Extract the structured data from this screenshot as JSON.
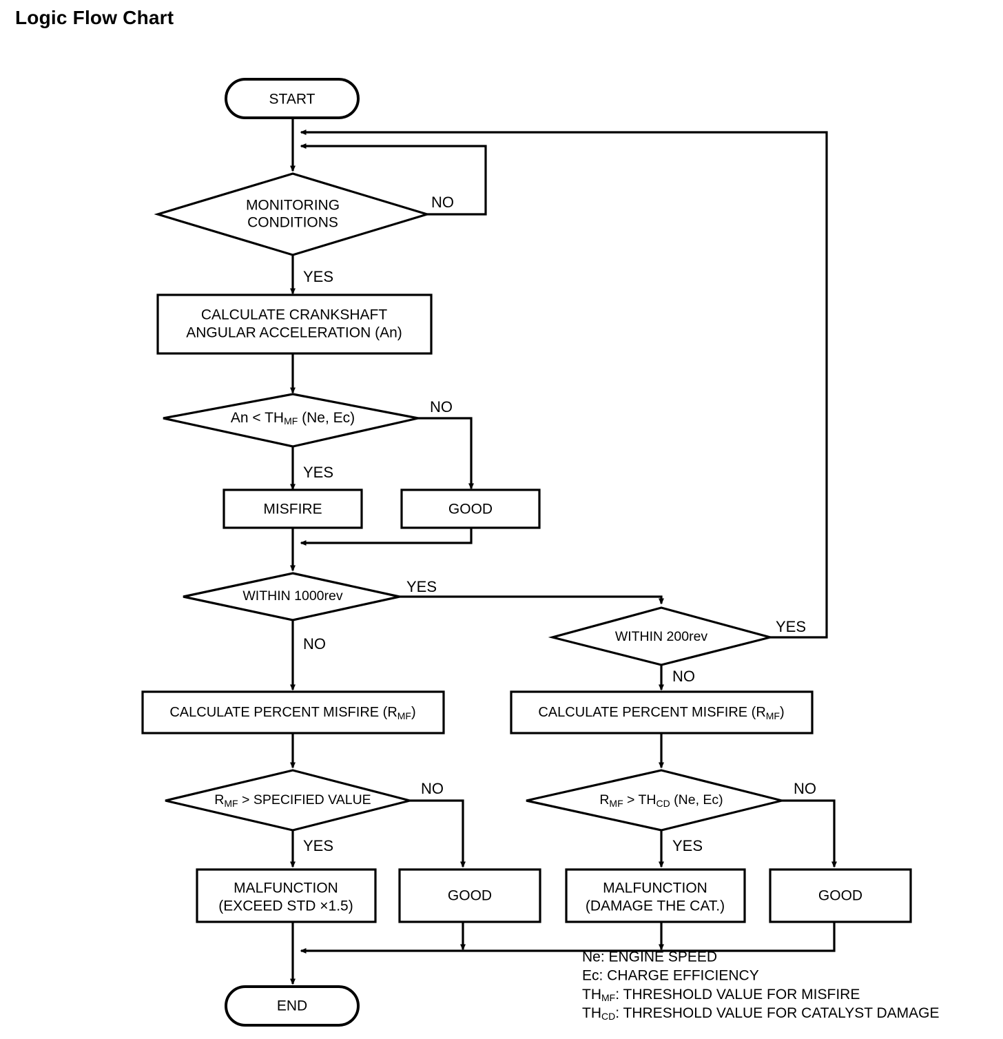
{
  "title": "Logic Flow Chart",
  "nodes": {
    "start": {
      "label": "START",
      "shape": "terminator"
    },
    "end": {
      "label": "END",
      "shape": "terminator"
    },
    "monitoring_conditions": {
      "line1": "MONITORING",
      "line2": "CONDITIONS",
      "shape": "decision"
    },
    "calc_crank": {
      "line1": "CALCULATE CRANKSHAFT",
      "line2": "ANGULAR ACCELERATION (An)",
      "shape": "process"
    },
    "an_lt_thmf": {
      "prefix": "An < TH",
      "subscript": "MF",
      "suffix": " (Ne, Ec)",
      "shape": "decision"
    },
    "misfire": {
      "label": "MISFIRE",
      "shape": "process"
    },
    "good_1": {
      "label": "GOOD",
      "shape": "process"
    },
    "within_1000rev": {
      "label": "WITHIN 1000rev",
      "shape": "decision"
    },
    "within_200rev": {
      "label": "WITHIN 200rev",
      "shape": "decision"
    },
    "calc_pct_misfire_left": {
      "prefix": "CALCULATE PERCENT MISFIRE (R",
      "subscript": "MF",
      "suffix": ")",
      "shape": "process"
    },
    "calc_pct_misfire_right": {
      "prefix": "CALCULATE PERCENT MISFIRE (R",
      "subscript": "MF",
      "suffix": ")",
      "shape": "process"
    },
    "rmf_gt_spec": {
      "prefix": "R",
      "subscript": "MF",
      "suffix": " > SPECIFIED VALUE",
      "shape": "decision"
    },
    "rmf_gt_thcd": {
      "prefix": "R",
      "subscript": "MF",
      "subscript2": "CD",
      "mid": " > TH",
      "suffix": " (Ne, Ec)",
      "shape": "decision"
    },
    "malfunction_exceed_std": {
      "line1": "MALFUNCTION",
      "line2": "(EXCEED STD  ×1.5)",
      "shape": "process"
    },
    "good_2": {
      "label": "GOOD",
      "shape": "process"
    },
    "malfunction_damage_cat": {
      "line1": "MALFUNCTION",
      "line2": "(DAMAGE THE CAT.)",
      "shape": "process"
    },
    "good_3": {
      "label": "GOOD",
      "shape": "process"
    }
  },
  "edge_labels": {
    "mc_no": "NO",
    "mc_yes": "YES",
    "an_no": "NO",
    "an_yes": "YES",
    "rev1000_yes": "YES",
    "rev1000_no": "NO",
    "rev200_yes": "YES",
    "rev200_no": "NO",
    "spec_no": "NO",
    "spec_yes": "YES",
    "thcd_no": "NO",
    "thcd_yes": "YES"
  },
  "legend": {
    "line1": "Ne: ENGINE SPEED",
    "line2": "Ec: CHARGE EFFICIENCY",
    "line3_prefix": "TH",
    "line3_sub": "MF",
    "line3_suffix": ": THRESHOLD VALUE FOR MISFIRE",
    "line4_prefix": "TH",
    "line4_sub": "CD",
    "line4_suffix": ": THRESHOLD VALUE FOR CATALYST DAMAGE"
  },
  "colors": {
    "stroke": "#000000",
    "fill": "#ffffff",
    "text": "#000000"
  },
  "chart_data": {
    "type": "diagram",
    "title": "Logic Flow Chart",
    "diagram_kind": "flowchart",
    "node_sequence": [
      "START",
      "MONITORING CONDITIONS",
      "CALCULATE CRANKSHAFT ANGULAR ACCELERATION (An)",
      "An < THMF (Ne, Ec)",
      "MISFIRE",
      "GOOD",
      "WITHIN 1000rev",
      "WITHIN 200rev",
      "CALCULATE PERCENT MISFIRE (RMF)",
      "RMF > SPECIFIED VALUE",
      "RMF > THCD (Ne, Ec)",
      "MALFUNCTION (EXCEED STD x1.5)",
      "MALFUNCTION (DAMAGE THE CAT.)",
      "GOOD",
      "END"
    ]
  }
}
